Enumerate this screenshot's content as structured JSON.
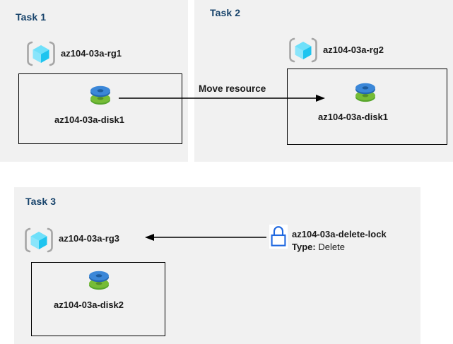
{
  "diagram": {
    "background_color": "#ffffff",
    "panel_color": "#f1f1f1",
    "title_color": "#17436b",
    "accent_cube_color": "#32d4f5",
    "disk_top_color": "#3b87d8",
    "disk_bottom_color": "#6ebe2f",
    "lock_color": "#1f68e0"
  },
  "tasks": [
    {
      "title": "Task 1",
      "resource_group": {
        "name": "az104-03a-rg1",
        "icon": "resource-group-icon"
      },
      "resources": [
        {
          "name": "az104-03a-disk1",
          "icon": "managed-disk-icon"
        }
      ]
    },
    {
      "title": "Task 2",
      "resource_group": {
        "name": "az104-03a-rg2",
        "icon": "resource-group-icon"
      },
      "resources": [
        {
          "name": "az104-03a-disk1",
          "icon": "managed-disk-icon"
        }
      ]
    },
    {
      "title": "Task 3",
      "resource_group": {
        "name": "az104-03a-rg3",
        "icon": "resource-group-icon"
      },
      "resources": [
        {
          "name": "az104-03a-disk2",
          "icon": "managed-disk-icon"
        }
      ],
      "lock": {
        "name": "az104-03a-delete-lock",
        "type_key": "Type:",
        "type_value": "Delete",
        "icon": "lock-icon"
      }
    }
  ],
  "connectors": [
    {
      "label": "Move resource",
      "from": "az104-03a-disk1",
      "to": "az104-03a-rg2",
      "direction": "right"
    },
    {
      "label": "",
      "from": "az104-03a-delete-lock",
      "to": "az104-03a-rg3",
      "direction": "left"
    }
  ]
}
